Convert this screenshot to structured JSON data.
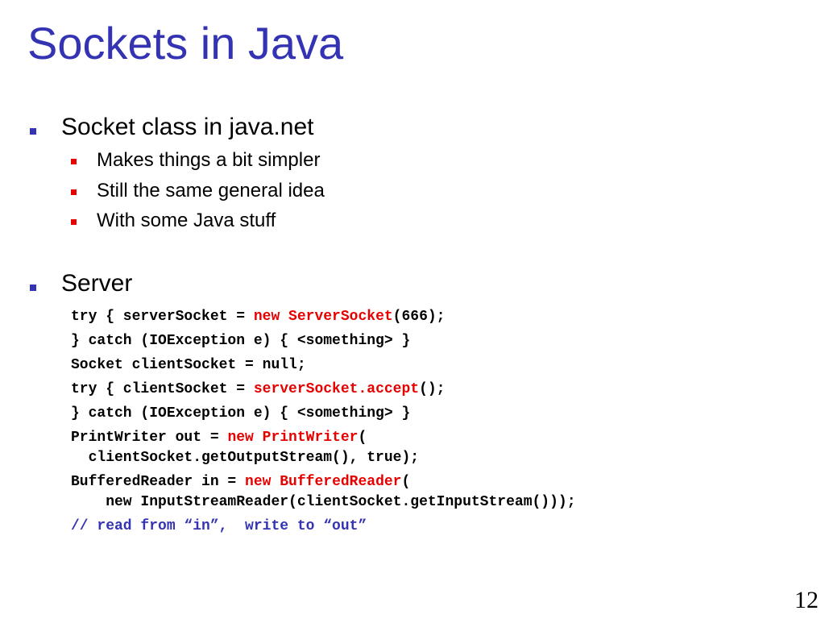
{
  "slide": {
    "title": "Sockets in Java",
    "page_number": "12"
  },
  "bullets": [
    {
      "text": "Socket class in java.net",
      "sub": [
        "Makes things a bit simpler",
        "Still the same general idea",
        "With some Java stuff"
      ]
    },
    {
      "text": "Server",
      "sub": []
    }
  ],
  "code": {
    "line1": {
      "a": "try { serverSocket = ",
      "b": "new ServerSocket",
      "c": "(666);"
    },
    "line2": "} catch (IOException e) { <something> }",
    "line3": "Socket clientSocket = null;",
    "line4": {
      "a": "try { clientSocket = ",
      "b": "serverSocket.accept",
      "c": "();"
    },
    "line5": "} catch (IOException e) { <something> }",
    "line6": {
      "a": "PrintWriter out = ",
      "b": "new PrintWriter",
      "c": "("
    },
    "line7": "  clientSocket.getOutputStream(), true);",
    "line8": {
      "a": "BufferedReader in = ",
      "b": "new BufferedReader",
      "c": "("
    },
    "line9": "    new InputStreamReader(clientSocket.getInputStream()));",
    "line10": "// read from “in”,  write to “out”"
  },
  "colors": {
    "title": "#3333b3",
    "top_bullet_marker": "#3333b3",
    "sub_bullet_marker": "#e60000",
    "code_highlight": "#e60000",
    "code_comment": "#3333b3"
  }
}
